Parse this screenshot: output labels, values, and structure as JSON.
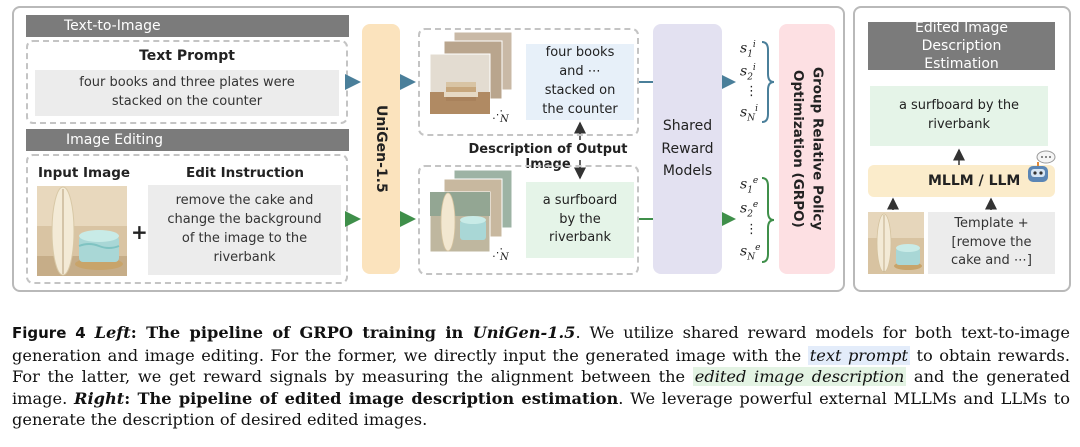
{
  "left": {
    "t2i_header": "Text-to-Image",
    "text_prompt_label": "Text Prompt",
    "text_prompt": "four books and three plates were stacked on the counter",
    "edit_header": "Image Editing",
    "input_image_label": "Input Image",
    "edit_instruction_label": "Edit Instruction",
    "edit_instruction": "remove the cake and change the background of the image to the riverbank",
    "plus": "+",
    "model": "UniGen-1.5",
    "t2i_description": "four books and ⋯ stacked on the counter",
    "edit_description": "a surfboard by the riverbank",
    "desc_label": "Description of Output Image",
    "reward": "Shared Reward Models",
    "grpo": "Group Relative Policy Optimization (GRPO)",
    "n_label": "N",
    "ellipsis_diag": "⋰",
    "ellipsis_v": "⋮",
    "scores_i": [
      "s",
      "1",
      "i",
      "s",
      "2",
      "i",
      "s",
      "N",
      "i"
    ],
    "scores_e": [
      "s",
      "1",
      "e",
      "s",
      "2",
      "e",
      "s",
      "N",
      "e"
    ]
  },
  "right": {
    "header": "Edited Image Description Estimation",
    "output": "a surfboard by the riverbank",
    "model": "MLLM / LLM",
    "template": "Template + [remove the cake and ⋯]",
    "bubble": "…"
  },
  "caption": {
    "fig": "Figure 4",
    "left_label": "Left",
    "left_title": ": The pipeline of GRPO training in ",
    "model_name": "UniGen-1.5",
    "p1": ". We utilize shared reward models for both text-to-image generation and image editing. For the former, we directly input the generated image with the ",
    "hl1": "text prompt",
    "p2": " to obtain rewards. For the latter, we get reward signals by measuring the alignment between the ",
    "hl2": "edited image description",
    "p3": " and the generated image. ",
    "right_label": "Right",
    "right_title": ": The pipeline of edited image description estimation",
    "p4": ". We leverage powerful external MLLMs and LLMs to generate the description of desired edited images."
  },
  "colors": {
    "unigen": "#fbe3bd",
    "reward": "#e3e1f1",
    "grpo": "#fde0e3",
    "mllm": "#fbeccb",
    "arrow_blue": "#4a7f9a",
    "arrow_green": "#3f8f4a"
  }
}
